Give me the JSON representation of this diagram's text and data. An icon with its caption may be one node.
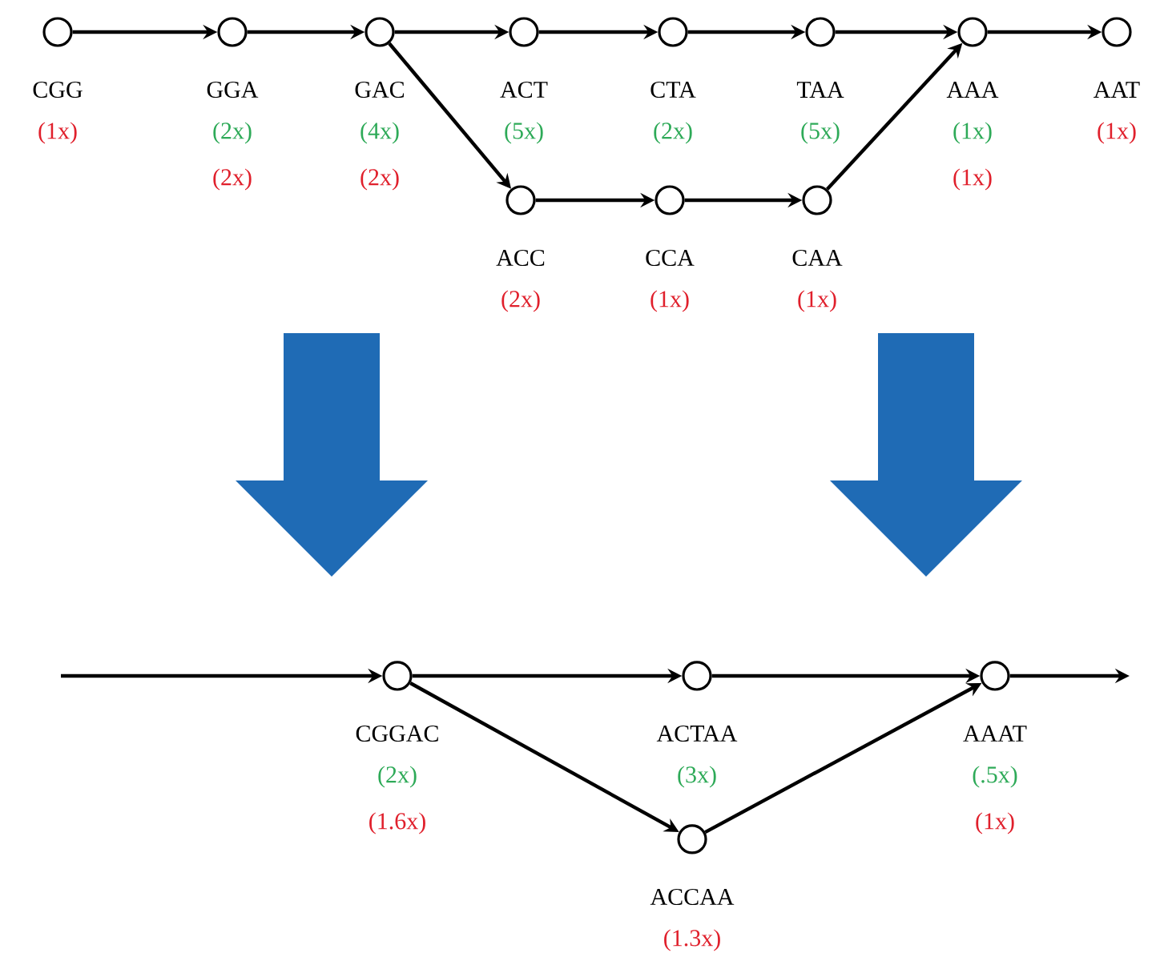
{
  "diagram": {
    "nodes": [
      {
        "text": [],
        "shape": "circle",
        "beside": [
          "CGG",
          "(1x)"
        ]
      },
      {
        "text": [],
        "shape": "circle",
        "beside": [
          "GGA",
          "(2x)",
          "(2x)"
        ]
      },
      {
        "text": [],
        "shape": "circle",
        "beside": [
          "GAC",
          "(4x)",
          "(2x)"
        ]
      },
      {
        "text": [],
        "shape": "circle",
        "beside": [
          "ACT",
          "(5x)"
        ]
      },
      {
        "text": [],
        "shape": "circle",
        "beside": [
          "CTA",
          "(2x)"
        ]
      },
      {
        "text": [],
        "shape": "circle",
        "beside": [
          "TAA",
          "(5x)"
        ]
      },
      {
        "text": [],
        "shape": "circle",
        "beside": [
          "AAA",
          "(1x)",
          "(1x)"
        ]
      },
      {
        "text": [],
        "shape": "circle",
        "beside": [
          "AAT",
          "(1x)"
        ]
      },
      {
        "text": [],
        "shape": "circle",
        "beside": [
          "ACC",
          "(2x)"
        ]
      },
      {
        "text": [],
        "shape": "circle",
        "beside": [
          "CCA",
          "(1x)"
        ]
      },
      {
        "text": [],
        "shape": "circle",
        "beside": [
          "CAA",
          "(1x)"
        ]
      },
      {
        "text": [],
        "shape": "circle",
        "beside": [
          "CGGAC",
          "(2x)",
          "(1.6x)"
        ]
      },
      {
        "text": [],
        "shape": "circle",
        "beside": [
          "ACTAA",
          "(3x)"
        ]
      },
      {
        "text": [],
        "shape": "circle",
        "beside": [
          "ACCAA",
          "(1.3x)"
        ]
      },
      {
        "text": [],
        "shape": "circle",
        "beside": [
          "AAAT",
          "(.5x)",
          "(1x)"
        ]
      }
    ],
    "edges": [
      {
        "from": 0,
        "to": 1,
        "arrow": "to"
      },
      {
        "from": 1,
        "to": 2,
        "arrow": "to"
      },
      {
        "from": 2,
        "to": 3,
        "arrow": "to"
      },
      {
        "from": 3,
        "to": 4,
        "arrow": "to"
      },
      {
        "from": 4,
        "to": 5,
        "arrow": "to"
      },
      {
        "from": 5,
        "to": 6,
        "arrow": "to"
      },
      {
        "from": 6,
        "to": 7,
        "arrow": "to"
      },
      {
        "from": 2,
        "to": 8,
        "arrow": "to"
      },
      {
        "from": 8,
        "to": 9,
        "arrow": "to"
      },
      {
        "from": 9,
        "to": 10,
        "arrow": "to"
      },
      {
        "from": 10,
        "to": 6,
        "arrow": "to"
      },
      {
        "from": null,
        "to": 11,
        "arrow": "to"
      },
      {
        "from": 11,
        "to": 12,
        "arrow": "to"
      },
      {
        "from": 12,
        "to": 14,
        "arrow": "to"
      },
      {
        "from": 11,
        "to": 13,
        "arrow": "to"
      },
      {
        "from": 13,
        "to": 14,
        "arrow": "to"
      },
      {
        "from": 14,
        "to": null,
        "arrow": "to"
      }
    ]
  }
}
